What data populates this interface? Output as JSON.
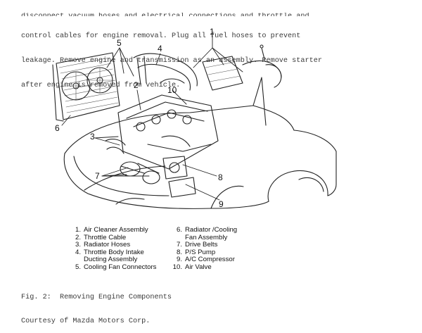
{
  "intro": {
    "line_cut": "disconnect vacuum hoses and electrical connections and throttle and",
    "line1": "control cables for engine removal. Plug all fuel hoses to prevent",
    "line2": "leakage. Remove engine and transmission as an assembly. Remove starter",
    "line3": "after engine is removed from vehicle."
  },
  "callouts": [
    "1",
    "2",
    "3",
    "4",
    "5",
    "6",
    "7",
    "8",
    "9",
    "10"
  ],
  "legend": {
    "left": [
      {
        "num": "1.",
        "text": "Air Cleaner Assembly"
      },
      {
        "num": "2.",
        "text": "Throttle Cable"
      },
      {
        "num": "3.",
        "text": "Radiator Hoses"
      },
      {
        "num": "4.",
        "text": "Throttle Body Intake\n   Ducting Assembly"
      },
      {
        "num": "5.",
        "text": "Cooling Fan Connectors"
      }
    ],
    "right": [
      {
        "num": "6.",
        "text": "Radiator /Cooling\n   Fan Assembly"
      },
      {
        "num": "7.",
        "text": "Drive Belts"
      },
      {
        "num": "8.",
        "text": "P/S Pump"
      },
      {
        "num": "9.",
        "text": "A/C Compressor"
      },
      {
        "num": "10.",
        "text": "Air Valve"
      }
    ]
  },
  "caption": {
    "line1": "Fig. 2:  Removing Engine Components",
    "line2": "Courtesy of Mazda Motors Corp."
  }
}
